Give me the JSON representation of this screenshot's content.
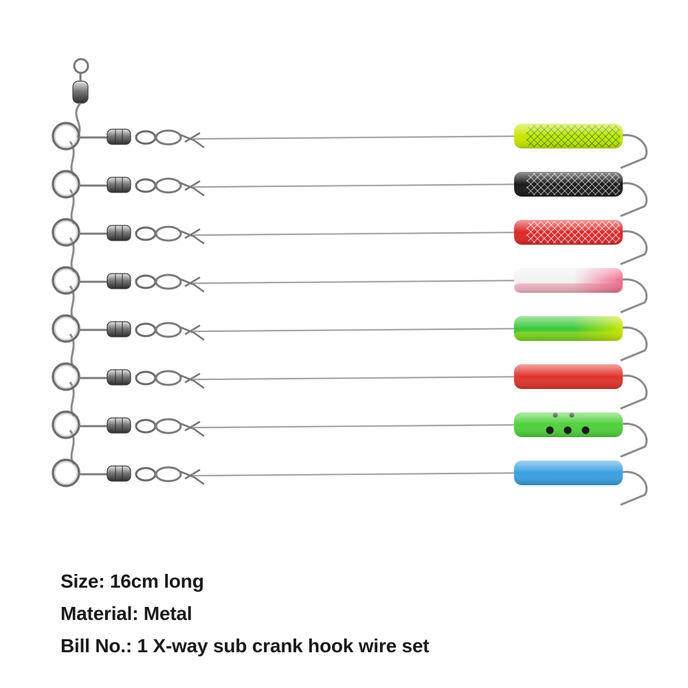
{
  "product": {
    "rigs": [
      {
        "color": "#c8e600",
        "pattern": "mesh",
        "pattern_color": "#1f8a1f"
      },
      {
        "color": "#1a1a1a",
        "pattern": "mesh",
        "pattern_color": "#d9d9d9"
      },
      {
        "color": "#e02626",
        "pattern": "mesh",
        "pattern_color": "#ffffff"
      },
      {
        "color": "#f2f2f2",
        "pattern": "fade",
        "pattern_color": "#f06a8a"
      },
      {
        "color": "#3cc83c",
        "pattern": "fade",
        "pattern_color": "#c8e600"
      },
      {
        "color": "#e0352b",
        "pattern": "solid",
        "pattern_color": "#e0352b"
      },
      {
        "color": "#4fd13a",
        "pattern": "dots",
        "pattern_color": "#111111"
      },
      {
        "color": "#3aa0e0",
        "pattern": "solid",
        "pattern_color": "#3aa0e0"
      }
    ],
    "wire_color": "#9a9a9a",
    "swivel_color": "#3c3c3c"
  },
  "specs": {
    "size": "Size: 16cm long",
    "material": "Material: Metal",
    "bill": "Bill No.: 1 X-way sub crank hook wire set"
  }
}
